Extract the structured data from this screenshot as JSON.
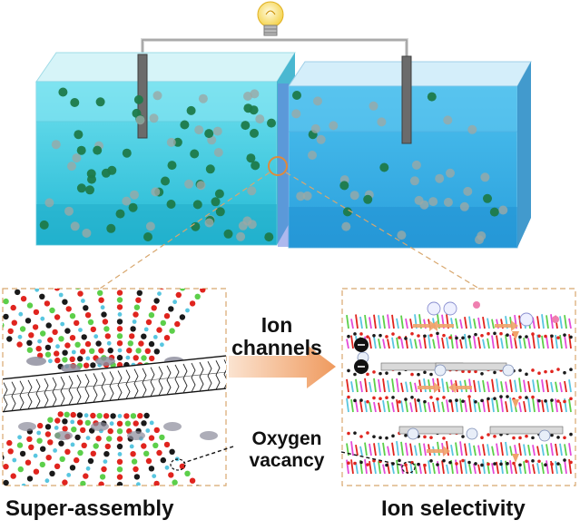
{
  "labels": {
    "ion_channels": [
      "Ion",
      "channels"
    ],
    "oxygen_vacancy": [
      "Oxygen",
      "vacancy"
    ],
    "super_assembly": "Super-assembly",
    "ion_selectivity": "Ion selectivity"
  },
  "icons": [
    "light-bulb-icon",
    "electrode-icon",
    "arrow-right-icon",
    "anion-icon",
    "cation-icon"
  ],
  "colors": {
    "water_left": "#2fc4dc",
    "water_right": "#2aa4e0",
    "ion_dark": "#1e7a4a",
    "ion_light": "#9aa9a6",
    "arrow": "#f0a36a",
    "frame_dash": "#d8a76e",
    "oxygen_atom": "#e0241e",
    "carbon_atom": "#1a1a1a",
    "nitrogen_atom": "#58c6e0",
    "layer_green": "#5ccf4a",
    "layer_pink": "#e44ad8",
    "label_text": "#111111"
  }
}
